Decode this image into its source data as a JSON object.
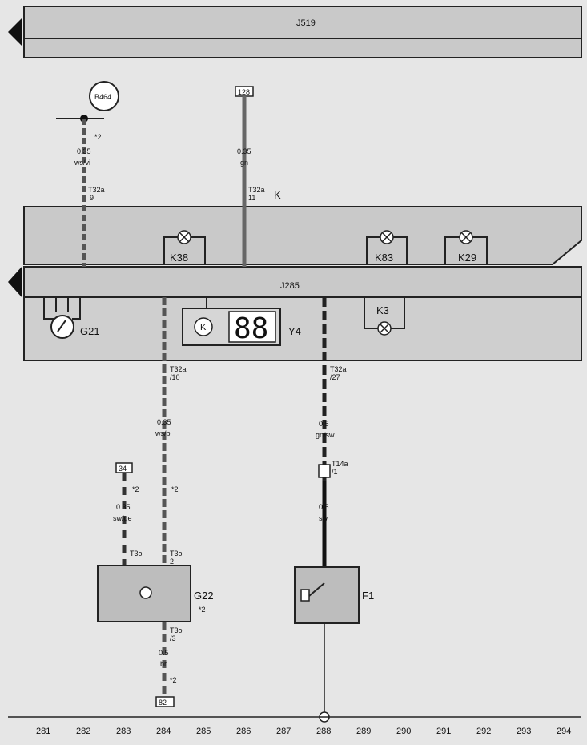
{
  "blocks": {
    "j519": "J519",
    "k": "K",
    "j285": "J285",
    "y4": "Y4",
    "display_digits": "88"
  },
  "components": {
    "b464": "B464",
    "c128": "128",
    "k38": "K38",
    "k83": "K83",
    "k29": "K29",
    "k3": "K3",
    "g21": "G21",
    "g22": "G22",
    "f1": "F1",
    "c34": "34",
    "c82": "82"
  },
  "wires": {
    "w282": {
      "size": "0.35",
      "color": "ws/vi",
      "note": "*2",
      "conn": "T32a",
      "pin": "9"
    },
    "w286": {
      "size": "0.35",
      "color": "gn",
      "conn": "T32a",
      "pin": "11"
    },
    "w284a": {
      "conn": "T32a",
      "pin": "/10",
      "size": "0.35",
      "color": "ws/bl",
      "note": "*2"
    },
    "w283": {
      "note": "*2",
      "size": "0.35",
      "color": "sw/ge",
      "conn": "T3o"
    },
    "w284b": {
      "conn": "T3o",
      "pin": "2"
    },
    "w284c": {
      "conn": "T3o",
      "pin": "/3",
      "size": "0.5",
      "color": "br",
      "note": "*2"
    },
    "g22_note": "*2",
    "w288": {
      "conn": "T32a",
      "pin": "/27",
      "size": "0.5",
      "color": "gn/sw",
      "conn2": "T14a",
      "pin2": "/1",
      "size2": "0.5",
      "color2": "sw"
    }
  },
  "columns": [
    "281",
    "282",
    "283",
    "284",
    "285",
    "286",
    "287",
    "288",
    "289",
    "290",
    "291",
    "292",
    "293",
    "294"
  ]
}
